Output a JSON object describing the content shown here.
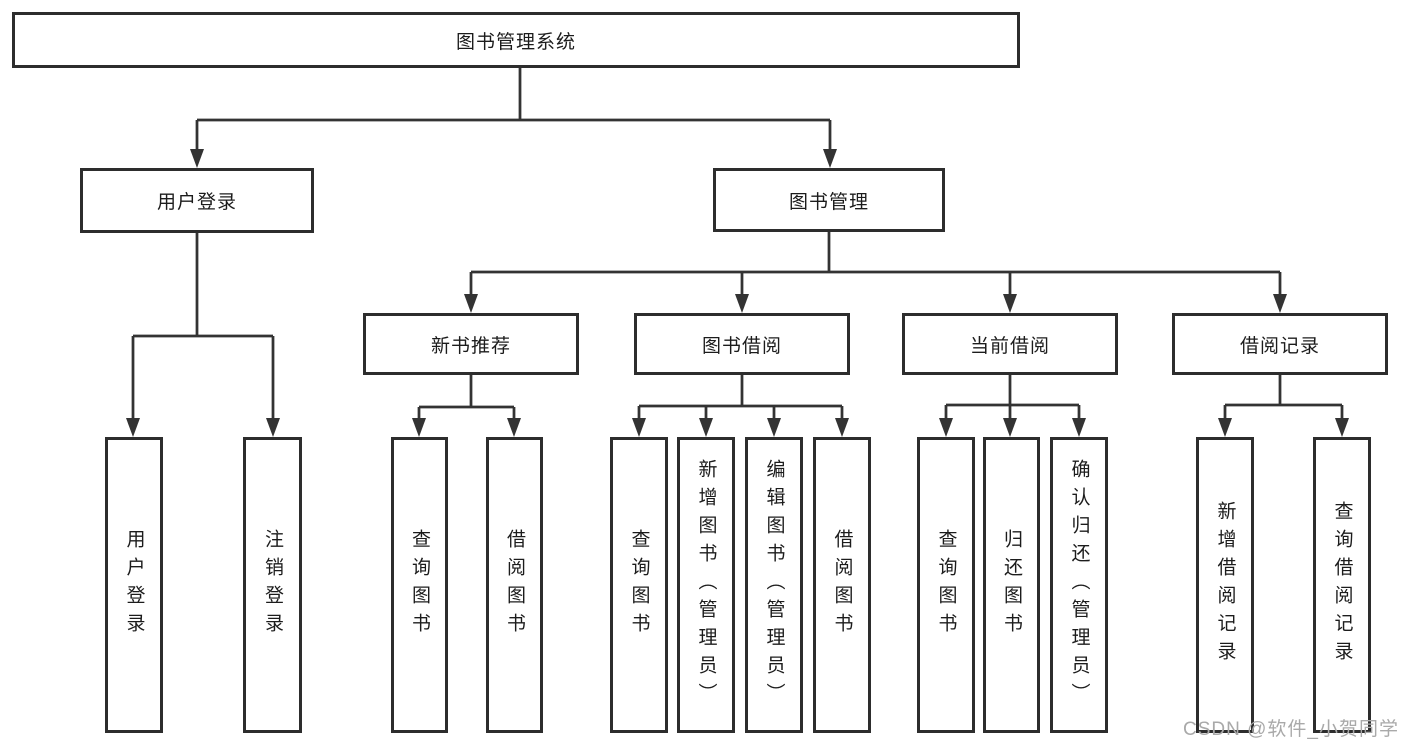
{
  "diagram": {
    "root": {
      "label": "图书管理系统"
    },
    "level2": {
      "user_login": {
        "label": "用户登录"
      },
      "book_management": {
        "label": "图书管理"
      }
    },
    "level3": {
      "new_book_recommend": {
        "label": "新书推荐"
      },
      "book_borrow": {
        "label": "图书借阅"
      },
      "current_borrow": {
        "label": "当前借阅"
      },
      "borrow_records": {
        "label": "借阅记录"
      }
    },
    "leaves": {
      "user_login": {
        "label": "用户登录"
      },
      "logout": {
        "label": "注销登录"
      },
      "recommend_query_books": {
        "label": "查询图书"
      },
      "recommend_borrow_books": {
        "label": "借阅图书"
      },
      "borrow_query_books": {
        "label": "查询图书"
      },
      "borrow_add_books": {
        "label": "新增图书（管理员）"
      },
      "borrow_edit_books": {
        "label": "编辑图书（管理员）"
      },
      "borrow_borrow_books": {
        "label": "借阅图书"
      },
      "current_query_books": {
        "label": "查询图书"
      },
      "current_return_books": {
        "label": "归还图书"
      },
      "current_confirm_return": {
        "label": "确认归还（管理员）"
      },
      "records_add_record": {
        "label": "新增借阅记录"
      },
      "records_query_record": {
        "label": "查询借阅记录"
      }
    },
    "watermark": "CSDN @软件_小贺同学",
    "colors": {
      "line": "#333333",
      "box_border": "#2d2d2d",
      "text": "#1c1c1c",
      "watermark": "#a9a9a9",
      "background": "#ffffff"
    }
  }
}
